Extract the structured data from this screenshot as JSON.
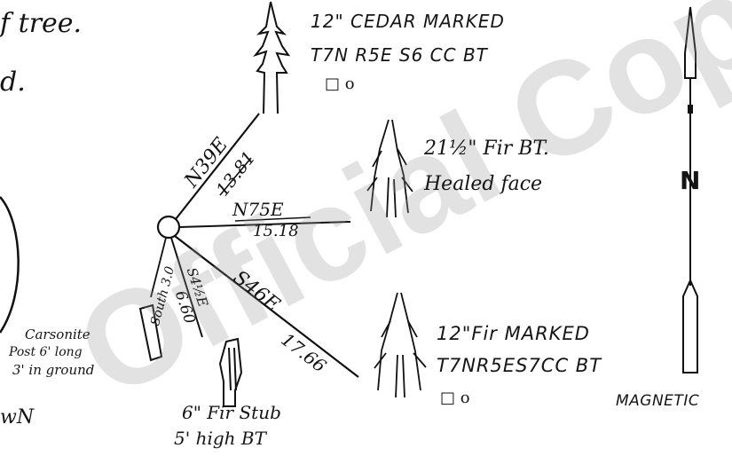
{
  "watermark": {
    "text": "Official Copy",
    "color": "#c8c8c8"
  },
  "top_left_fragment": {
    "line1": "f tree.",
    "line2": "d."
  },
  "bearing_trees": {
    "cedar": {
      "line1": "12\" CEDAR MARKED",
      "line2": "T7N R5E S6 CC  BT",
      "symbols": "□ o"
    },
    "fir_healed": {
      "line1": "21½\" Fir BT.",
      "line2": "Healed face"
    },
    "fir_marked": {
      "line1": "12\"Fir MARKED",
      "line2": "T7NR5ES7CC BT",
      "symbols": "□ o"
    }
  },
  "bearings": {
    "n39e": {
      "direction": "N39E",
      "distance": "13.81"
    },
    "n75e": {
      "direction": "N75E",
      "distance": "15.18"
    },
    "s46e": {
      "direction": "S46E",
      "distance": "17.66"
    },
    "s4_5e": {
      "direction": "S4½E",
      "distance": "6.60"
    },
    "south": {
      "direction": "South 3.0"
    }
  },
  "carsonite": {
    "line1": "Carsonite",
    "line2": "Post 6' long",
    "line3": "3' in ground"
  },
  "fir_stub": {
    "line1": "6\" Fir Stub",
    "line2": "5' high BT"
  },
  "bottom_left_fragment": "wN",
  "north_arrow": {
    "letter": "N",
    "caption": "MAGNETIC"
  }
}
